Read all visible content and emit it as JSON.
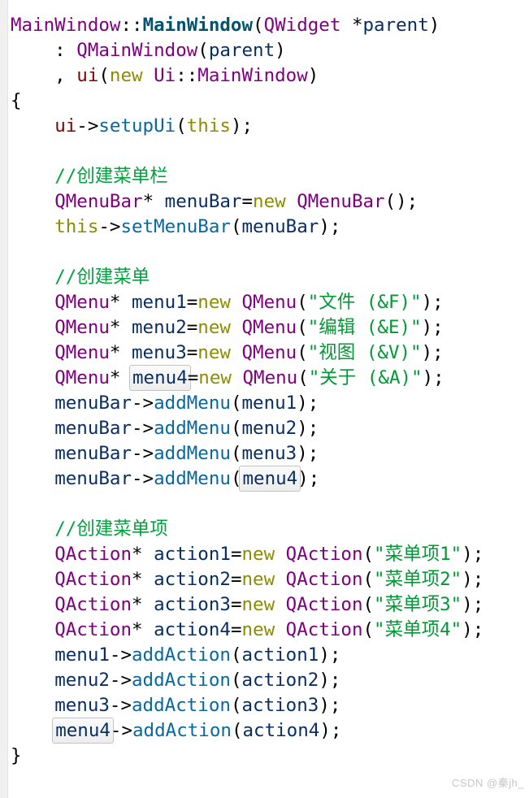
{
  "editor": {
    "description": "Qt Creator C++ source view of MainWindow constructor creating a menu bar, menus and actions",
    "background": "#ffffff",
    "gutter_color": "#f0f0f0",
    "colors": {
      "type": "#800080",
      "decl": "#00546e",
      "func": "#0768a0",
      "local": "#092e64",
      "field": "#800000",
      "keyword": "#8c8c00",
      "string": "#009933",
      "comment": "#00a33e",
      "punct": "#000000"
    },
    "highlighted_symbol": "menu4",
    "lines": [
      {
        "segments": [
          {
            "t": "MainWindow",
            "c": "type"
          },
          {
            "t": "::",
            "c": "punct"
          },
          {
            "t": "MainWindow",
            "c": "decl"
          },
          {
            "t": "(",
            "c": "punct"
          },
          {
            "t": "QWidget",
            "c": "type"
          },
          {
            "t": " *",
            "c": "punct"
          },
          {
            "t": "parent",
            "c": "local"
          },
          {
            "t": ")",
            "c": "punct"
          }
        ]
      },
      {
        "segments": [
          {
            "t": "    : ",
            "c": "punct"
          },
          {
            "t": "QMainWindow",
            "c": "type"
          },
          {
            "t": "(",
            "c": "punct"
          },
          {
            "t": "parent",
            "c": "local"
          },
          {
            "t": ")",
            "c": "punct"
          }
        ]
      },
      {
        "segments": [
          {
            "t": "    , ",
            "c": "punct"
          },
          {
            "t": "ui",
            "c": "field"
          },
          {
            "t": "(",
            "c": "punct"
          },
          {
            "t": "new",
            "c": "keyword"
          },
          {
            "t": " ",
            "c": "punct"
          },
          {
            "t": "Ui",
            "c": "type"
          },
          {
            "t": "::",
            "c": "punct"
          },
          {
            "t": "MainWindow",
            "c": "type"
          },
          {
            "t": ")",
            "c": "punct"
          }
        ]
      },
      {
        "segments": [
          {
            "t": "{",
            "c": "punct"
          }
        ]
      },
      {
        "segments": [
          {
            "t": "    ",
            "c": "punct"
          },
          {
            "t": "ui",
            "c": "field"
          },
          {
            "t": "->",
            "c": "punct"
          },
          {
            "t": "setupUi",
            "c": "func"
          },
          {
            "t": "(",
            "c": "punct"
          },
          {
            "t": "this",
            "c": "keyword"
          },
          {
            "t": ");",
            "c": "punct"
          }
        ]
      },
      {
        "segments": []
      },
      {
        "segments": [
          {
            "t": "    ",
            "c": "punct"
          },
          {
            "t": "//创建菜单栏",
            "c": "comment"
          }
        ]
      },
      {
        "segments": [
          {
            "t": "    ",
            "c": "punct"
          },
          {
            "t": "QMenuBar",
            "c": "type"
          },
          {
            "t": "* ",
            "c": "punct"
          },
          {
            "t": "menuBar",
            "c": "local"
          },
          {
            "t": "=",
            "c": "punct"
          },
          {
            "t": "new",
            "c": "keyword"
          },
          {
            "t": " ",
            "c": "punct"
          },
          {
            "t": "QMenuBar",
            "c": "type"
          },
          {
            "t": "();",
            "c": "punct"
          }
        ]
      },
      {
        "segments": [
          {
            "t": "    ",
            "c": "punct"
          },
          {
            "t": "this",
            "c": "keyword"
          },
          {
            "t": "->",
            "c": "punct"
          },
          {
            "t": "setMenuBar",
            "c": "func"
          },
          {
            "t": "(",
            "c": "punct"
          },
          {
            "t": "menuBar",
            "c": "local"
          },
          {
            "t": ");",
            "c": "punct"
          }
        ]
      },
      {
        "segments": []
      },
      {
        "segments": [
          {
            "t": "    ",
            "c": "punct"
          },
          {
            "t": "//创建菜单",
            "c": "comment"
          }
        ]
      },
      {
        "segments": [
          {
            "t": "    ",
            "c": "punct"
          },
          {
            "t": "QMenu",
            "c": "type"
          },
          {
            "t": "* ",
            "c": "punct"
          },
          {
            "t": "menu1",
            "c": "local"
          },
          {
            "t": "=",
            "c": "punct"
          },
          {
            "t": "new",
            "c": "keyword"
          },
          {
            "t": " ",
            "c": "punct"
          },
          {
            "t": "QMenu",
            "c": "type"
          },
          {
            "t": "(",
            "c": "punct"
          },
          {
            "t": "\"文件 (&F)\"",
            "c": "string"
          },
          {
            "t": ");",
            "c": "punct"
          }
        ]
      },
      {
        "segments": [
          {
            "t": "    ",
            "c": "punct"
          },
          {
            "t": "QMenu",
            "c": "type"
          },
          {
            "t": "* ",
            "c": "punct"
          },
          {
            "t": "menu2",
            "c": "local"
          },
          {
            "t": "=",
            "c": "punct"
          },
          {
            "t": "new",
            "c": "keyword"
          },
          {
            "t": " ",
            "c": "punct"
          },
          {
            "t": "QMenu",
            "c": "type"
          },
          {
            "t": "(",
            "c": "punct"
          },
          {
            "t": "\"编辑 (&E)\"",
            "c": "string"
          },
          {
            "t": ");",
            "c": "punct"
          }
        ]
      },
      {
        "segments": [
          {
            "t": "    ",
            "c": "punct"
          },
          {
            "t": "QMenu",
            "c": "type"
          },
          {
            "t": "* ",
            "c": "punct"
          },
          {
            "t": "menu3",
            "c": "local"
          },
          {
            "t": "=",
            "c": "punct"
          },
          {
            "t": "new",
            "c": "keyword"
          },
          {
            "t": " ",
            "c": "punct"
          },
          {
            "t": "QMenu",
            "c": "type"
          },
          {
            "t": "(",
            "c": "punct"
          },
          {
            "t": "\"视图 (&V)\"",
            "c": "string"
          },
          {
            "t": ");",
            "c": "punct"
          }
        ]
      },
      {
        "segments": [
          {
            "t": "    ",
            "c": "punct"
          },
          {
            "t": "QMenu",
            "c": "type"
          },
          {
            "t": "* ",
            "c": "punct"
          },
          {
            "t": "menu4",
            "c": "local",
            "box": true
          },
          {
            "t": "=",
            "c": "punct"
          },
          {
            "t": "new",
            "c": "keyword"
          },
          {
            "t": " ",
            "c": "punct"
          },
          {
            "t": "QMenu",
            "c": "type"
          },
          {
            "t": "(",
            "c": "punct"
          },
          {
            "t": "\"关于 (&A)\"",
            "c": "string"
          },
          {
            "t": ");",
            "c": "punct"
          }
        ]
      },
      {
        "segments": [
          {
            "t": "    ",
            "c": "punct"
          },
          {
            "t": "menuBar",
            "c": "local"
          },
          {
            "t": "->",
            "c": "punct"
          },
          {
            "t": "addMenu",
            "c": "func"
          },
          {
            "t": "(",
            "c": "punct"
          },
          {
            "t": "menu1",
            "c": "local"
          },
          {
            "t": ");",
            "c": "punct"
          }
        ]
      },
      {
        "segments": [
          {
            "t": "    ",
            "c": "punct"
          },
          {
            "t": "menuBar",
            "c": "local"
          },
          {
            "t": "->",
            "c": "punct"
          },
          {
            "t": "addMenu",
            "c": "func"
          },
          {
            "t": "(",
            "c": "punct"
          },
          {
            "t": "menu2",
            "c": "local"
          },
          {
            "t": ");",
            "c": "punct"
          }
        ]
      },
      {
        "segments": [
          {
            "t": "    ",
            "c": "punct"
          },
          {
            "t": "menuBar",
            "c": "local"
          },
          {
            "t": "->",
            "c": "punct"
          },
          {
            "t": "addMenu",
            "c": "func"
          },
          {
            "t": "(",
            "c": "punct"
          },
          {
            "t": "menu3",
            "c": "local"
          },
          {
            "t": ");",
            "c": "punct"
          }
        ]
      },
      {
        "segments": [
          {
            "t": "    ",
            "c": "punct"
          },
          {
            "t": "menuBar",
            "c": "local"
          },
          {
            "t": "->",
            "c": "punct"
          },
          {
            "t": "addMenu",
            "c": "func"
          },
          {
            "t": "(",
            "c": "punct"
          },
          {
            "t": "menu4",
            "c": "local",
            "box": true
          },
          {
            "t": ");",
            "c": "punct"
          }
        ]
      },
      {
        "segments": []
      },
      {
        "segments": [
          {
            "t": "    ",
            "c": "punct"
          },
          {
            "t": "//创建菜单项",
            "c": "comment"
          }
        ]
      },
      {
        "segments": [
          {
            "t": "    ",
            "c": "punct"
          },
          {
            "t": "QAction",
            "c": "type"
          },
          {
            "t": "* ",
            "c": "punct"
          },
          {
            "t": "action1",
            "c": "local"
          },
          {
            "t": "=",
            "c": "punct"
          },
          {
            "t": "new",
            "c": "keyword"
          },
          {
            "t": " ",
            "c": "punct"
          },
          {
            "t": "QAction",
            "c": "type"
          },
          {
            "t": "(",
            "c": "punct"
          },
          {
            "t": "\"菜单项1\"",
            "c": "string"
          },
          {
            "t": ");",
            "c": "punct"
          }
        ]
      },
      {
        "segments": [
          {
            "t": "    ",
            "c": "punct"
          },
          {
            "t": "QAction",
            "c": "type"
          },
          {
            "t": "* ",
            "c": "punct"
          },
          {
            "t": "action2",
            "c": "local"
          },
          {
            "t": "=",
            "c": "punct"
          },
          {
            "t": "new",
            "c": "keyword"
          },
          {
            "t": " ",
            "c": "punct"
          },
          {
            "t": "QAction",
            "c": "type"
          },
          {
            "t": "(",
            "c": "punct"
          },
          {
            "t": "\"菜单项2\"",
            "c": "string"
          },
          {
            "t": ");",
            "c": "punct"
          }
        ]
      },
      {
        "segments": [
          {
            "t": "    ",
            "c": "punct"
          },
          {
            "t": "QAction",
            "c": "type"
          },
          {
            "t": "* ",
            "c": "punct"
          },
          {
            "t": "action3",
            "c": "local"
          },
          {
            "t": "=",
            "c": "punct"
          },
          {
            "t": "new",
            "c": "keyword"
          },
          {
            "t": " ",
            "c": "punct"
          },
          {
            "t": "QAction",
            "c": "type"
          },
          {
            "t": "(",
            "c": "punct"
          },
          {
            "t": "\"菜单项3\"",
            "c": "string"
          },
          {
            "t": ");",
            "c": "punct"
          }
        ]
      },
      {
        "segments": [
          {
            "t": "    ",
            "c": "punct"
          },
          {
            "t": "QAction",
            "c": "type"
          },
          {
            "t": "* ",
            "c": "punct"
          },
          {
            "t": "action4",
            "c": "local"
          },
          {
            "t": "=",
            "c": "punct"
          },
          {
            "t": "new",
            "c": "keyword"
          },
          {
            "t": " ",
            "c": "punct"
          },
          {
            "t": "QAction",
            "c": "type"
          },
          {
            "t": "(",
            "c": "punct"
          },
          {
            "t": "\"菜单项4\"",
            "c": "string"
          },
          {
            "t": ");",
            "c": "punct"
          }
        ]
      },
      {
        "segments": [
          {
            "t": "    ",
            "c": "punct"
          },
          {
            "t": "menu1",
            "c": "local"
          },
          {
            "t": "->",
            "c": "punct"
          },
          {
            "t": "addAction",
            "c": "func"
          },
          {
            "t": "(",
            "c": "punct"
          },
          {
            "t": "action1",
            "c": "local"
          },
          {
            "t": ");",
            "c": "punct"
          }
        ]
      },
      {
        "segments": [
          {
            "t": "    ",
            "c": "punct"
          },
          {
            "t": "menu2",
            "c": "local"
          },
          {
            "t": "->",
            "c": "punct"
          },
          {
            "t": "addAction",
            "c": "func"
          },
          {
            "t": "(",
            "c": "punct"
          },
          {
            "t": "action2",
            "c": "local"
          },
          {
            "t": ");",
            "c": "punct"
          }
        ]
      },
      {
        "segments": [
          {
            "t": "    ",
            "c": "punct"
          },
          {
            "t": "menu3",
            "c": "local"
          },
          {
            "t": "->",
            "c": "punct"
          },
          {
            "t": "addAction",
            "c": "func"
          },
          {
            "t": "(",
            "c": "punct"
          },
          {
            "t": "action3",
            "c": "local"
          },
          {
            "t": ");",
            "c": "punct"
          }
        ]
      },
      {
        "segments": [
          {
            "t": "    ",
            "c": "punct"
          },
          {
            "t": "menu4",
            "c": "local",
            "box": true
          },
          {
            "t": "->",
            "c": "punct"
          },
          {
            "t": "addAction",
            "c": "func"
          },
          {
            "t": "(",
            "c": "punct"
          },
          {
            "t": "action4",
            "c": "local"
          },
          {
            "t": ");",
            "c": "punct"
          }
        ]
      },
      {
        "segments": [
          {
            "t": "}",
            "c": "punct"
          }
        ]
      }
    ]
  },
  "watermark": {
    "text": "CSDN @秦jh_"
  }
}
